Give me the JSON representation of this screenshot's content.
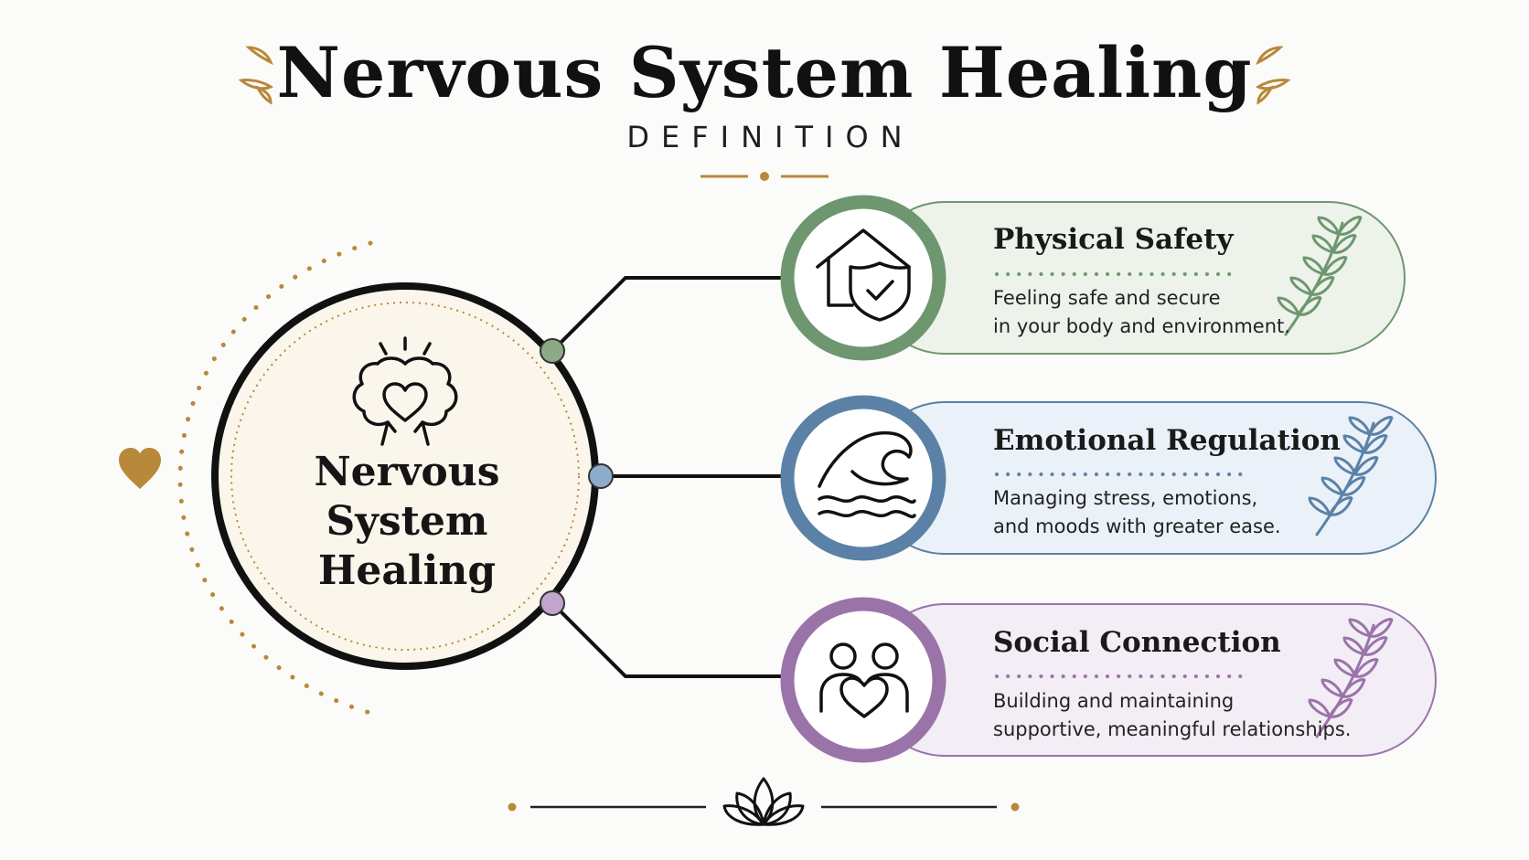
{
  "header": {
    "title": "Nervous System Healing",
    "subtitle": "DEFINITION"
  },
  "center": {
    "label_lines": [
      "Nervous",
      "System",
      "Healing"
    ],
    "icon": "brain-heart-icon"
  },
  "cards": [
    {
      "title": "Physical Safety",
      "desc_lines": [
        "Feeling safe and secure",
        "in your body and environment."
      ],
      "icon": "home-shield-icon",
      "color": "#6e9770",
      "fill": "#edf3ea"
    },
    {
      "title": "Emotional Regulation",
      "desc_lines": [
        "Managing stress, emotions,",
        "and moods with greater ease."
      ],
      "icon": "wave-icon",
      "color": "#5b82a6",
      "fill": "#ebf1f8"
    },
    {
      "title": "Social Connection",
      "desc_lines": [
        "Building and maintaining",
        "supportive, meaningful relationships."
      ],
      "icon": "people-heart-icon",
      "color": "#9a74a8",
      "fill": "#f3edf6"
    }
  ],
  "colors": {
    "gold": "#b8893a",
    "ink": "#111111",
    "center_fill": "#fbf6ec"
  },
  "decor": {
    "title_leaf": "leaf-icon",
    "side_heart": "heart-icon",
    "footer": "lotus-icon"
  }
}
